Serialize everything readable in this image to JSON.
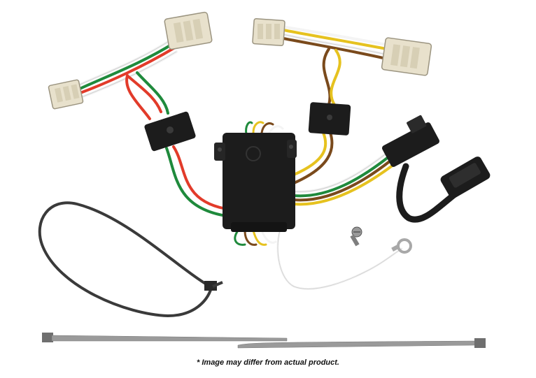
{
  "product": {
    "caption": "* Image may differ from actual product."
  },
  "colors": {
    "background": "#ffffff",
    "connector": "#e8e1cc",
    "module": "#1c1c1c",
    "wire_green": "#1f8a3c",
    "wire_red": "#e23b2a",
    "wire_white": "#f4f4f4",
    "wire_yellow": "#e6c21f",
    "wire_brown": "#7a4a1c",
    "cable_tie": "#3a3a3a",
    "cable_tie_grey": "#8e8e8e"
  },
  "parts": [
    {
      "id": "vehicle-connector-left-female",
      "icon": "connector-icon"
    },
    {
      "id": "vehicle-connector-left-male",
      "icon": "connector-icon"
    },
    {
      "id": "vehicle-connector-right-female",
      "icon": "connector-icon"
    },
    {
      "id": "vehicle-connector-right-male",
      "icon": "connector-icon"
    },
    {
      "id": "wire-clip-left",
      "icon": "clip-icon"
    },
    {
      "id": "wire-clip-right",
      "icon": "clip-icon"
    },
    {
      "id": "converter-module",
      "icon": "module-box-icon"
    },
    {
      "id": "four-flat-connector",
      "icon": "4-flat-plug-icon"
    },
    {
      "id": "dust-cap",
      "icon": "cap-icon"
    },
    {
      "id": "ground-screw",
      "icon": "screw-icon"
    },
    {
      "id": "ground-ring-terminal",
      "icon": "ring-terminal-icon"
    },
    {
      "id": "loop-cable-tie",
      "icon": "cable-tie-icon"
    },
    {
      "id": "straight-cable-tie-1",
      "icon": "cable-tie-icon"
    },
    {
      "id": "straight-cable-tie-2",
      "icon": "cable-tie-icon"
    }
  ]
}
